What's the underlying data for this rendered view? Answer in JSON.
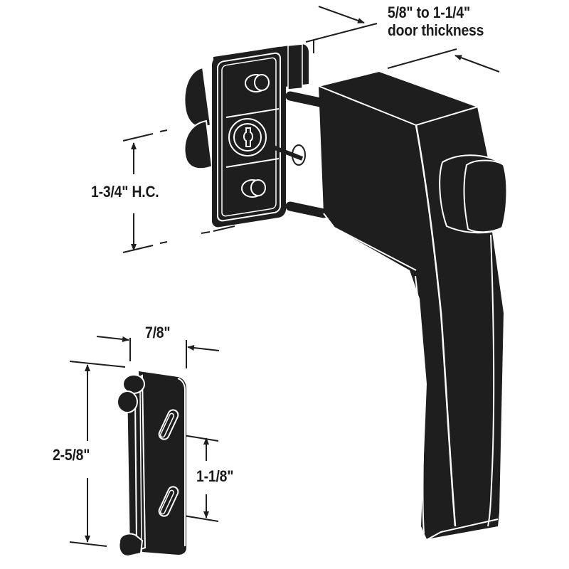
{
  "diagram": {
    "subject": "push-button door latch with strike plate",
    "colors": {
      "ink": "#1e1e1e",
      "background": "#ffffff",
      "highlight": "#ffffff"
    },
    "labels": {
      "door_thickness_line1": "5/8\" to 1-1/4\"",
      "door_thickness_line2": "door thickness",
      "hole_center": "1-3/4\" H.C.",
      "strike_width": "7/8\"",
      "strike_height": "2-5/8\"",
      "strike_slot_spacing": "1-1/8\""
    },
    "parts": [
      {
        "name": "inside-mounting-plate",
        "features": [
          "two screw bosses",
          "keyed lock cylinder"
        ]
      },
      {
        "name": "exterior-handle",
        "features": [
          "push button",
          "lever grip"
        ]
      },
      {
        "name": "strike-plate",
        "features": [
          "two angled slots",
          "rolled edge"
        ]
      }
    ]
  }
}
